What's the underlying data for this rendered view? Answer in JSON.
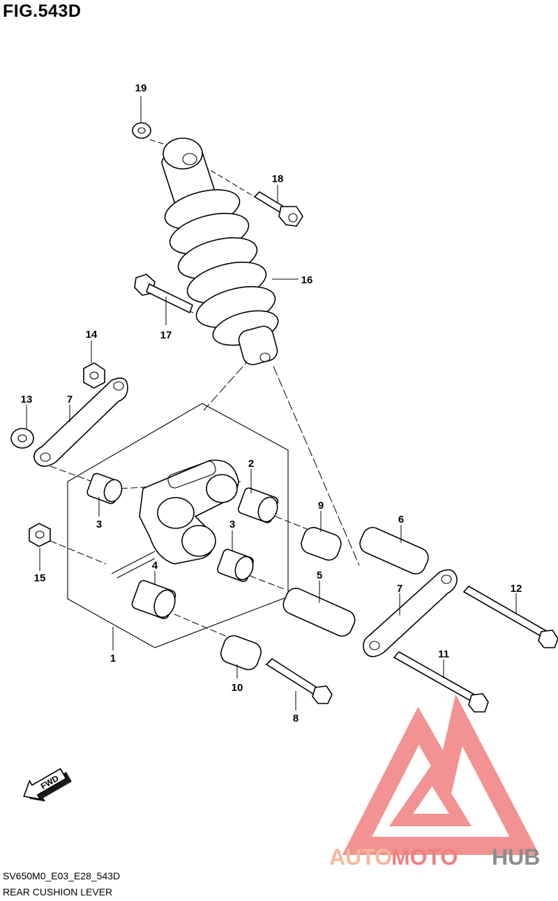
{
  "figure": {
    "title": "FIG.543D",
    "code": "SV650M0_E03_E28_543D",
    "caption": "REAR CUSHION LEVER"
  },
  "callouts": [
    "19",
    "18",
    "16",
    "17",
    "14",
    "13",
    "7",
    "2",
    "3",
    "3",
    "4",
    "15",
    "9",
    "6",
    "5",
    "1",
    "12",
    "7",
    "11",
    "10",
    "8"
  ],
  "fwd_badge": "FWD",
  "watermark": {
    "part1": "AUTO",
    "part2": "MOTO",
    "part3": "HUB"
  },
  "colors": {
    "ink": "#000000",
    "watermark_orange": "#F7B79A",
    "watermark_red": "#F08080",
    "watermark_gray": "#8C8C8C"
  }
}
